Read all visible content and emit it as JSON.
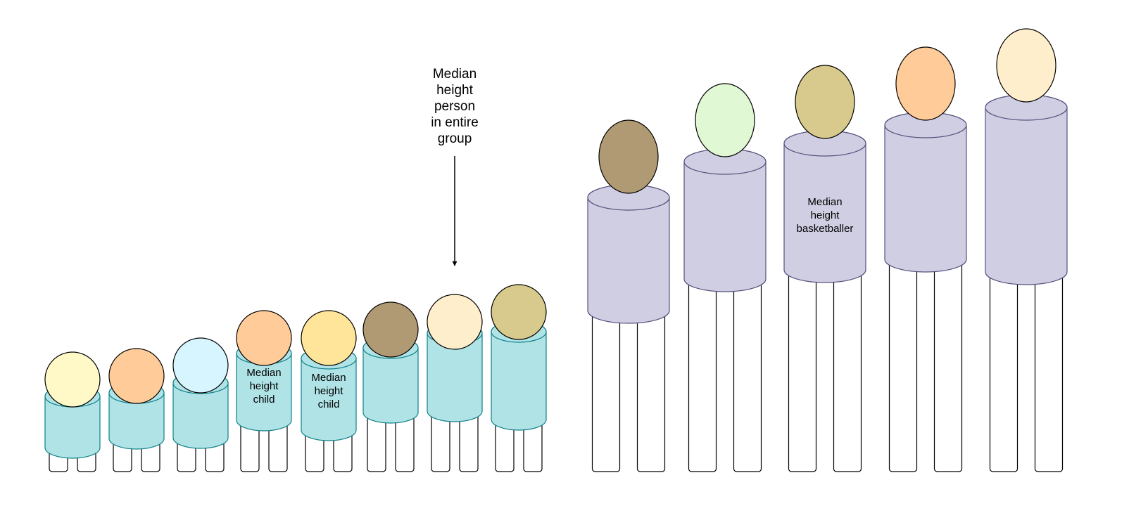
{
  "callout": {
    "lines": [
      "Median",
      "height",
      "person",
      "in entire",
      "group"
    ]
  },
  "labels": {
    "child_median": [
      "Median",
      "height",
      "child"
    ],
    "basketballer_median": [
      "Median",
      "height",
      "basketballer"
    ]
  },
  "colors": {
    "child_body": "#b0e3e6",
    "child_stroke": "#0e8088",
    "adult_body": "#d0cee2",
    "adult_stroke": "#56517e",
    "outline": "#000000",
    "legs_fill": "#ffffff"
  },
  "groups": {
    "children": [
      {
        "head_color": "#fff9c7"
      },
      {
        "head_color": "#ffcc99"
      },
      {
        "head_color": "#d6f5ff"
      },
      {
        "head_color": "#ffcc99",
        "label": "child_median"
      },
      {
        "head_color": "#ffe599",
        "label": "child_median"
      },
      {
        "head_color": "#b09a74"
      },
      {
        "head_color": "#ffeecc"
      },
      {
        "head_color": "#d8c98c"
      }
    ],
    "basketballers": [
      {
        "head_color": "#b09a74"
      },
      {
        "head_color": "#e0f8d4"
      },
      {
        "head_color": "#d8c98c",
        "label": "basketballer_median"
      },
      {
        "head_color": "#ffcc99"
      },
      {
        "head_color": "#ffeecc"
      }
    ]
  }
}
